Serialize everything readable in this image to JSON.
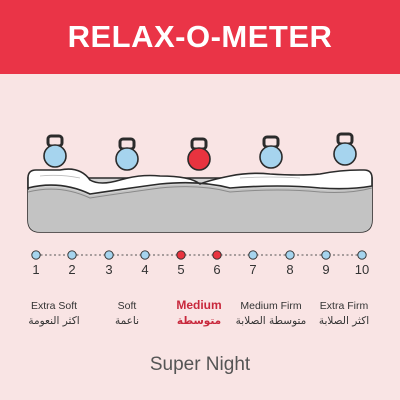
{
  "title": "RELAX-O-METER",
  "brand": "Super Night",
  "colors": {
    "accent": "#ea3447",
    "background": "#f9e4e4",
    "marker_active": "#e8333f",
    "marker_inactive": "#a6d4ee",
    "outline": "#2b2b2b"
  },
  "scale": {
    "min": 1,
    "max": 10,
    "selected": [
      5,
      6
    ],
    "numbers": [
      "1",
      "2",
      "3",
      "4",
      "5",
      "6",
      "7",
      "8",
      "9",
      "10"
    ]
  },
  "levels": [
    {
      "en": "Extra Soft",
      "ar": "اكثر النعومة",
      "active": false
    },
    {
      "en": "Soft",
      "ar": "ناعمة",
      "active": false
    },
    {
      "en": "Medium",
      "ar": "متوسطة",
      "active": true
    },
    {
      "en": "Medium Firm",
      "ar": "متوسطة الصلابة",
      "active": false
    },
    {
      "en": "Extra Firm",
      "ar": "اكثر الصلابة",
      "active": false
    }
  ],
  "weight_icons": [
    "kettlebell-icon",
    "kettlebell-icon",
    "kettlebell-icon",
    "kettlebell-icon",
    "kettlebell-icon"
  ],
  "active_weight_index": 2
}
